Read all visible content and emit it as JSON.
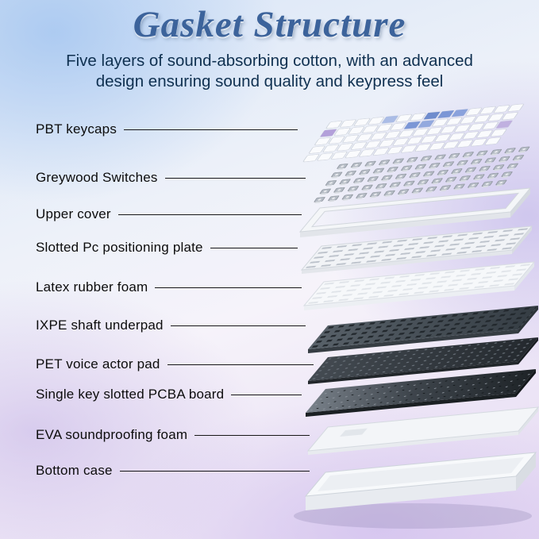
{
  "page": {
    "title": "Gasket Structure",
    "subtitle_line1": "Five layers of sound-absorbing cotton, with an advanced",
    "subtitle_line2": "design ensuring sound quality and keypress feel"
  },
  "layers": [
    {
      "label": "PBT keycaps"
    },
    {
      "label": "Greywood Switches"
    },
    {
      "label": "Upper cover"
    },
    {
      "label": "Slotted Pc positioning plate"
    },
    {
      "label": "Latex rubber foam"
    },
    {
      "label": "IXPE shaft underpad"
    },
    {
      "label": "PET voice actor pad"
    },
    {
      "label": "Single key slotted PCBA board"
    },
    {
      "label": "EVA soundproofing foam"
    },
    {
      "label": "Bottom case"
    }
  ],
  "colors": {
    "title": "#3c639b",
    "subtitle": "#0f3050",
    "label_text": "#0c0c0c",
    "keycap_blue": "#7b96d6",
    "keycap_purple": "#b3a0da"
  }
}
